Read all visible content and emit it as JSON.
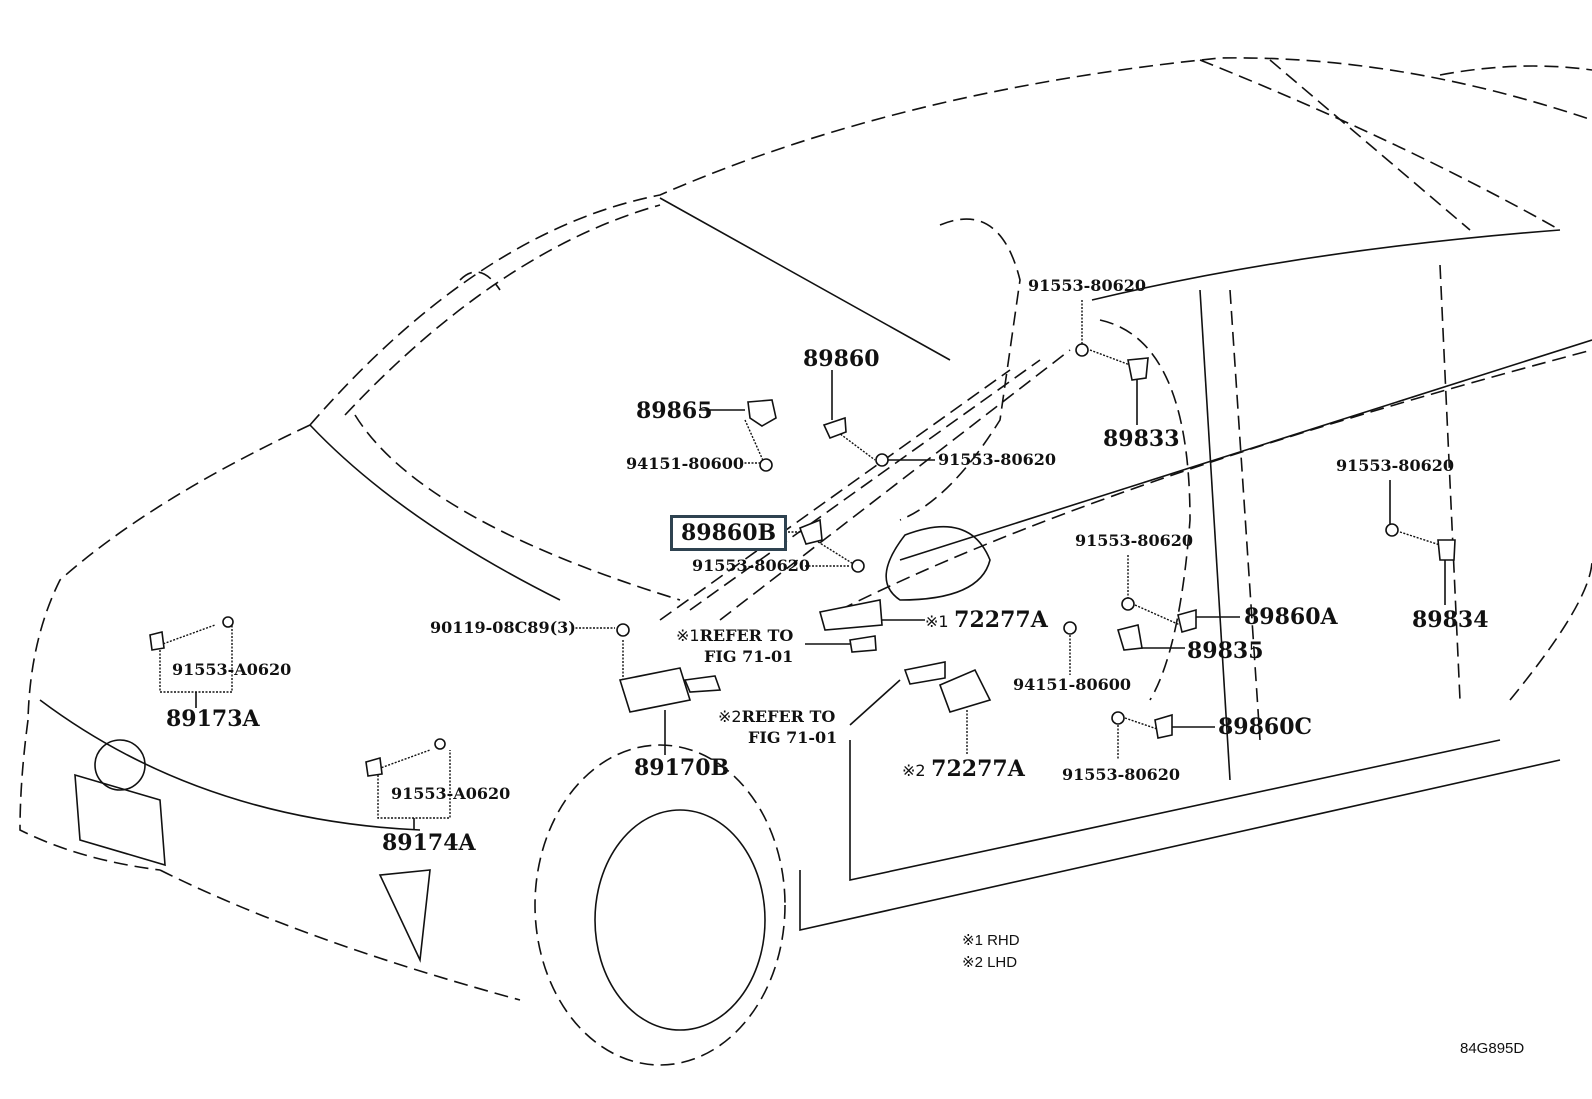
{
  "diagram": {
    "type": "parts-exploded-view",
    "subject": "vehicle airbag sensor locations",
    "highlighted_part": "89860B",
    "figure_code": "84G895D"
  },
  "labels": {
    "p89865": "89865",
    "p89860": "89860",
    "p94151_a": "94151-80600",
    "p91553_80620_a": "91553-80620",
    "p89860B": "89860B",
    "p91553_80620_b": "91553-80620",
    "p91553_80620_top": "91553-80620",
    "p89833": "89833",
    "p91553_80620_right": "91553-80620",
    "p89834": "89834",
    "p91553_80620_c": "91553-80620",
    "p89860A": "89860A",
    "p89835": "89835",
    "p94151_b": "94151-80600",
    "p89860C": "89860C",
    "p91553_80620_d": "91553-80620",
    "p72277A_1_mark": "※1",
    "p72277A_1": "72277A",
    "p72277A_2_mark": "※2",
    "p72277A_2": "72277A",
    "p90119": "90119-08C89(3)",
    "ref1_mark": "※1",
    "ref1_line1": "REFER TO",
    "ref1_line2": "FIG 71-01",
    "ref2_mark": "※2",
    "ref2_line1": "REFER TO",
    "ref2_line2": "FIG 71-01",
    "p89170B": "89170B",
    "p91553_A0620_a": "91553-A0620",
    "p89173A": "89173A",
    "p91553_A0620_b": "91553-A0620",
    "p89174A": "89174A"
  },
  "legend": {
    "note1": "※1  RHD",
    "note2": "※2  LHD"
  }
}
